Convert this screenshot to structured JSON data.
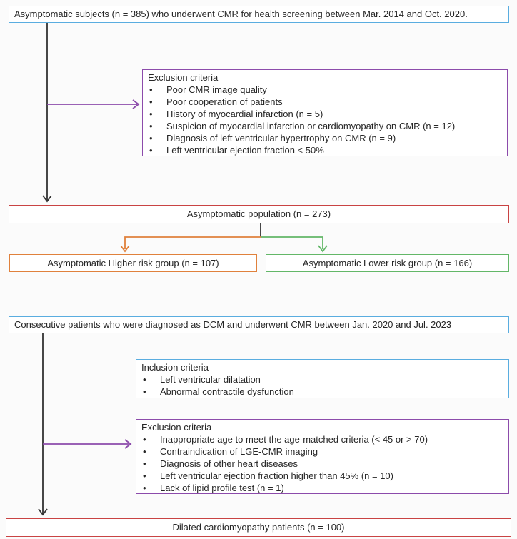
{
  "screening_flow": {
    "source_box": {
      "label": "Asymptomatic subjects (n = 385) who underwent CMR for health screening between Mar. 2014 and Oct. 2020."
    },
    "exclusion_box": {
      "title": "Exclusion criteria",
      "items": [
        "Poor CMR image quality",
        "Poor cooperation of patients",
        "History of myocardial infarction (n = 5)",
        "Suspicion of myocardial infarction or cardiomyopathy on CMR (n = 12)",
        "Diagnosis of left ventricular hypertrophy on CMR (n = 9)",
        "Left ventricular ejection fraction < 50%"
      ]
    },
    "population_box": {
      "label": "Asymptomatic population (n = 273)"
    },
    "higher_risk_box": {
      "label": "Asymptomatic Higher risk group (n = 107)"
    },
    "lower_risk_box": {
      "label": "Asymptomatic Lower risk group (n = 166)"
    }
  },
  "dcm_flow": {
    "source_box": {
      "label": "Consecutive patients who were diagnosed as DCM and underwent CMR between Jan. 2020 and Jul. 2023"
    },
    "inclusion_box": {
      "title": "Inclusion criteria",
      "items": [
        "Left ventricular dilatation",
        "Abnormal contractile dysfunction"
      ]
    },
    "exclusion_box": {
      "title": "Exclusion criteria",
      "items": [
        "Inappropriate age to meet the age-matched criteria (< 45 or > 70)",
        "Contraindication of LGE-CMR imaging",
        "Diagnosis of other heart diseases",
        "Left ventricular ejection fraction higher than 45% (n = 10)",
        "Lack of lipid profile test (n = 1)"
      ]
    },
    "result_box": {
      "label": "Dilated cardiomyopathy patients (n = 100)"
    }
  },
  "colors": {
    "box_blue": "#5aade0",
    "box_purple": "#8c4bab",
    "box_red": "#c94343",
    "box_orange": "#e0813c",
    "box_green": "#63b768",
    "connector_black": "#333333",
    "text": "#262626"
  }
}
